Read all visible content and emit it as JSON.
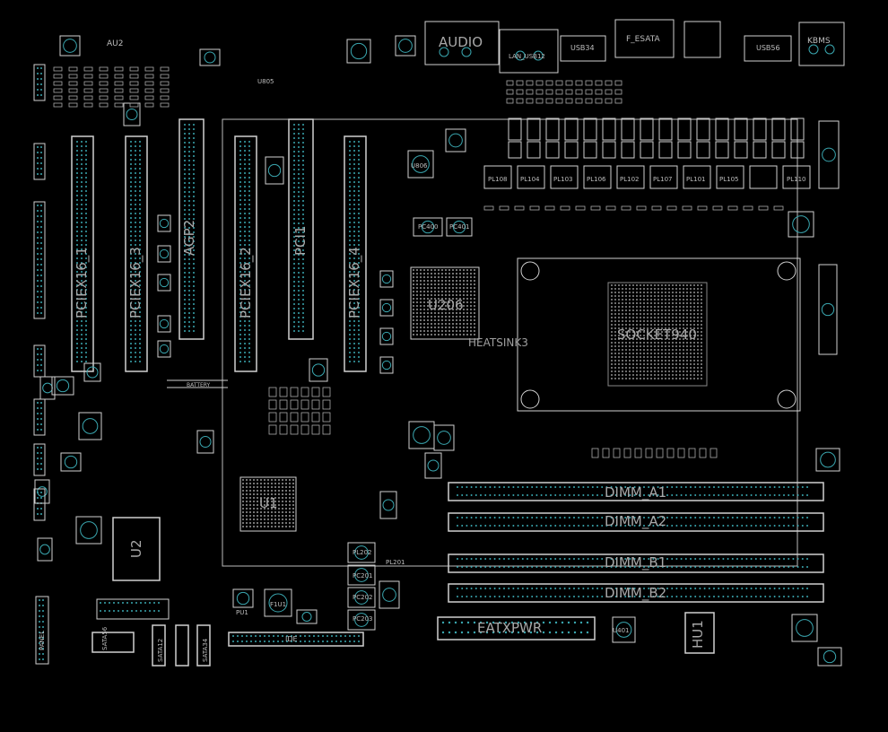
{
  "board": {
    "background": "#000000",
    "outline_color": "#d0d0d0",
    "pad_color": "#3aa7b0",
    "labels": {
      "audio": "AUDIO",
      "f_esata": "F_ESATA",
      "usb34": "USB34",
      "usb56": "USB56",
      "kbms": "KBMS",
      "lan_usb12": "LAN_USB12",
      "au2": "AU2",
      "u805": "U805",
      "u806": "U806",
      "u206": "U206",
      "heatsink3": "HEATSINK3",
      "socket940": "SOCKET940",
      "u1": "U1",
      "u2": "U2",
      "hu1": "HU1",
      "f1u1": "F1U1",
      "battery": "BATTERY",
      "eatxpwr": "EATXPWR",
      "dimm_a1": "DIMM_A1",
      "dimm_a2": "DIMM_A2",
      "dimm_b1": "DIMM_B1",
      "dimm_b2": "DIMM_B2",
      "pciex16_1": "PCIEX16_1",
      "pciex16_2": "PCIEX16_2",
      "pciex16_3": "PCIEX16_3",
      "pciex16_4": "PCIEX16_4",
      "pci1": "PCI1",
      "agp": "AGP2",
      "sata56": "SATA56",
      "sata12": "SATA12",
      "sata34": "SATA34",
      "panel": "PANEL",
      "ide": "IDE",
      "pl108": "PL108",
      "pl104": "PL104",
      "pl103": "PL103",
      "pl106": "PL106",
      "pl102": "PL102",
      "pl107": "PL107",
      "pl101": "PL101",
      "pl105": "PL105",
      "pl110": "PL110",
      "pc400": "PC400",
      "pc401": "PC401",
      "pc201": "PC201",
      "pc202": "PC202",
      "pc203": "PC203",
      "pl201": "PL201",
      "pl202": "PL202",
      "pu1": "PU1",
      "u401": "U401"
    }
  }
}
